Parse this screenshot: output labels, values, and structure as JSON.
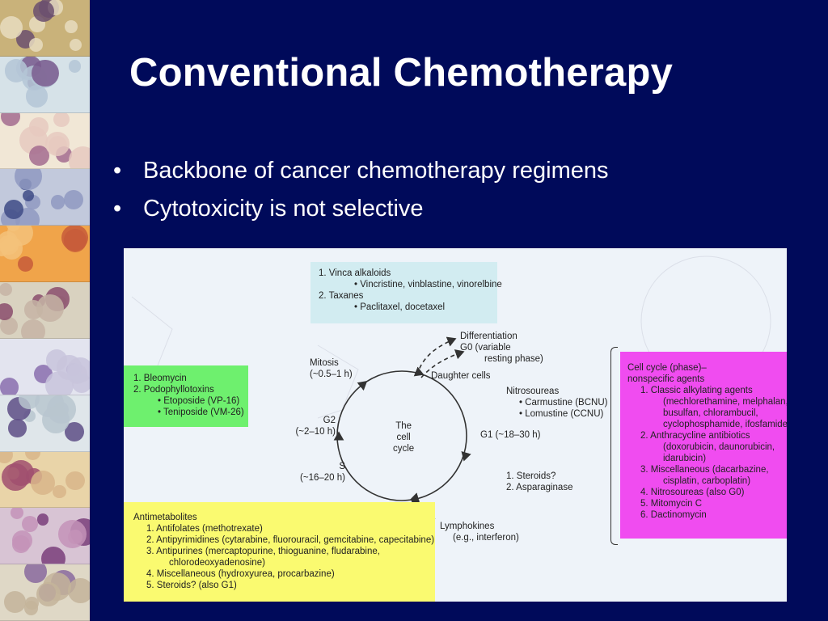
{
  "slide": {
    "title": "Conventional Chemotherapy",
    "bullet_marker": "•",
    "bullets": [
      "Backbone of cancer chemotherapy regimens",
      "Cytotoxicity is not selective"
    ]
  },
  "figure": {
    "center_label": [
      "The",
      "cell",
      "cycle"
    ],
    "phases": {
      "mitosis": [
        "Mitosis",
        "(~0.5–1 h)"
      ],
      "g2": [
        "G2",
        "(~2–10 h)"
      ],
      "s": [
        "S",
        "(~16–20 h)"
      ],
      "g1": "G1 (~18–30 h)",
      "daughter": "Daughter cells",
      "differentiation": [
        "Differentiation",
        "G0 (variable",
        "resting phase)"
      ],
      "lymphokines": [
        "Lymphokines",
        "(e.g., interferon)"
      ]
    },
    "nitrosoureas": [
      "Nitrosoureas",
      "• Carmustine (BCNU)",
      "• Lomustine (CCNU)"
    ],
    "steroids": [
      "1.   Steroids?",
      "2.   Asparaginase"
    ],
    "cyan_box": [
      "1.   Vinca alkaloids",
      "• Vincristine, vinblastine, vinorelbine",
      "2.   Taxanes",
      "• Paclitaxel, docetaxel"
    ],
    "green_box": [
      "1.  Bleomycin",
      "2.  Podophyllotoxins",
      "• Etoposide (VP-16)",
      "• Teniposide (VM-26)"
    ],
    "magenta_box": {
      "header": [
        "Cell cycle (phase)–",
        "nonspecific agents"
      ],
      "items": [
        "1.  Classic alkylating agents",
        "(mechlorethamine, melphalan,",
        "busulfan, chlorambucil,",
        "cyclophosphamide, ifosfamide)",
        "2.  Anthracycline antibiotics",
        "(doxorubicin, daunorubicin,",
        "idarubicin)",
        "3.  Miscellaneous (dacarbazine,",
        "cisplatin, carboplatin)",
        "4.  Nitrosoureas (also G0)",
        "5.  Mitomycin C",
        "6.  Dactinomycin"
      ]
    },
    "yellow_box": {
      "header": "Antimetabolites",
      "items": [
        "1.  Antifolates (methotrexate)",
        "2.  Antipyrimidines (cytarabine, fluorouracil, gemcitabine, capecitabine)",
        "3.  Antipurines (mercaptopurine, thioguanine, fludarabine,",
        "chlorodeoxyadenosine)",
        "4.  Miscellaneous (hydroxyurea, procarbazine)",
        "5.  Steroids? (also G1)"
      ]
    }
  },
  "colors": {
    "background": "#000a5a",
    "title_text": "#ffffff",
    "figure_bg": "#eef3f9",
    "cyan_box": "#d2ecf1",
    "green_box": "#6ef06e",
    "magenta_box": "#f04cf0",
    "yellow_box": "#fafa70"
  },
  "decoration": {
    "side_strip": "microscopy-cell-images"
  }
}
